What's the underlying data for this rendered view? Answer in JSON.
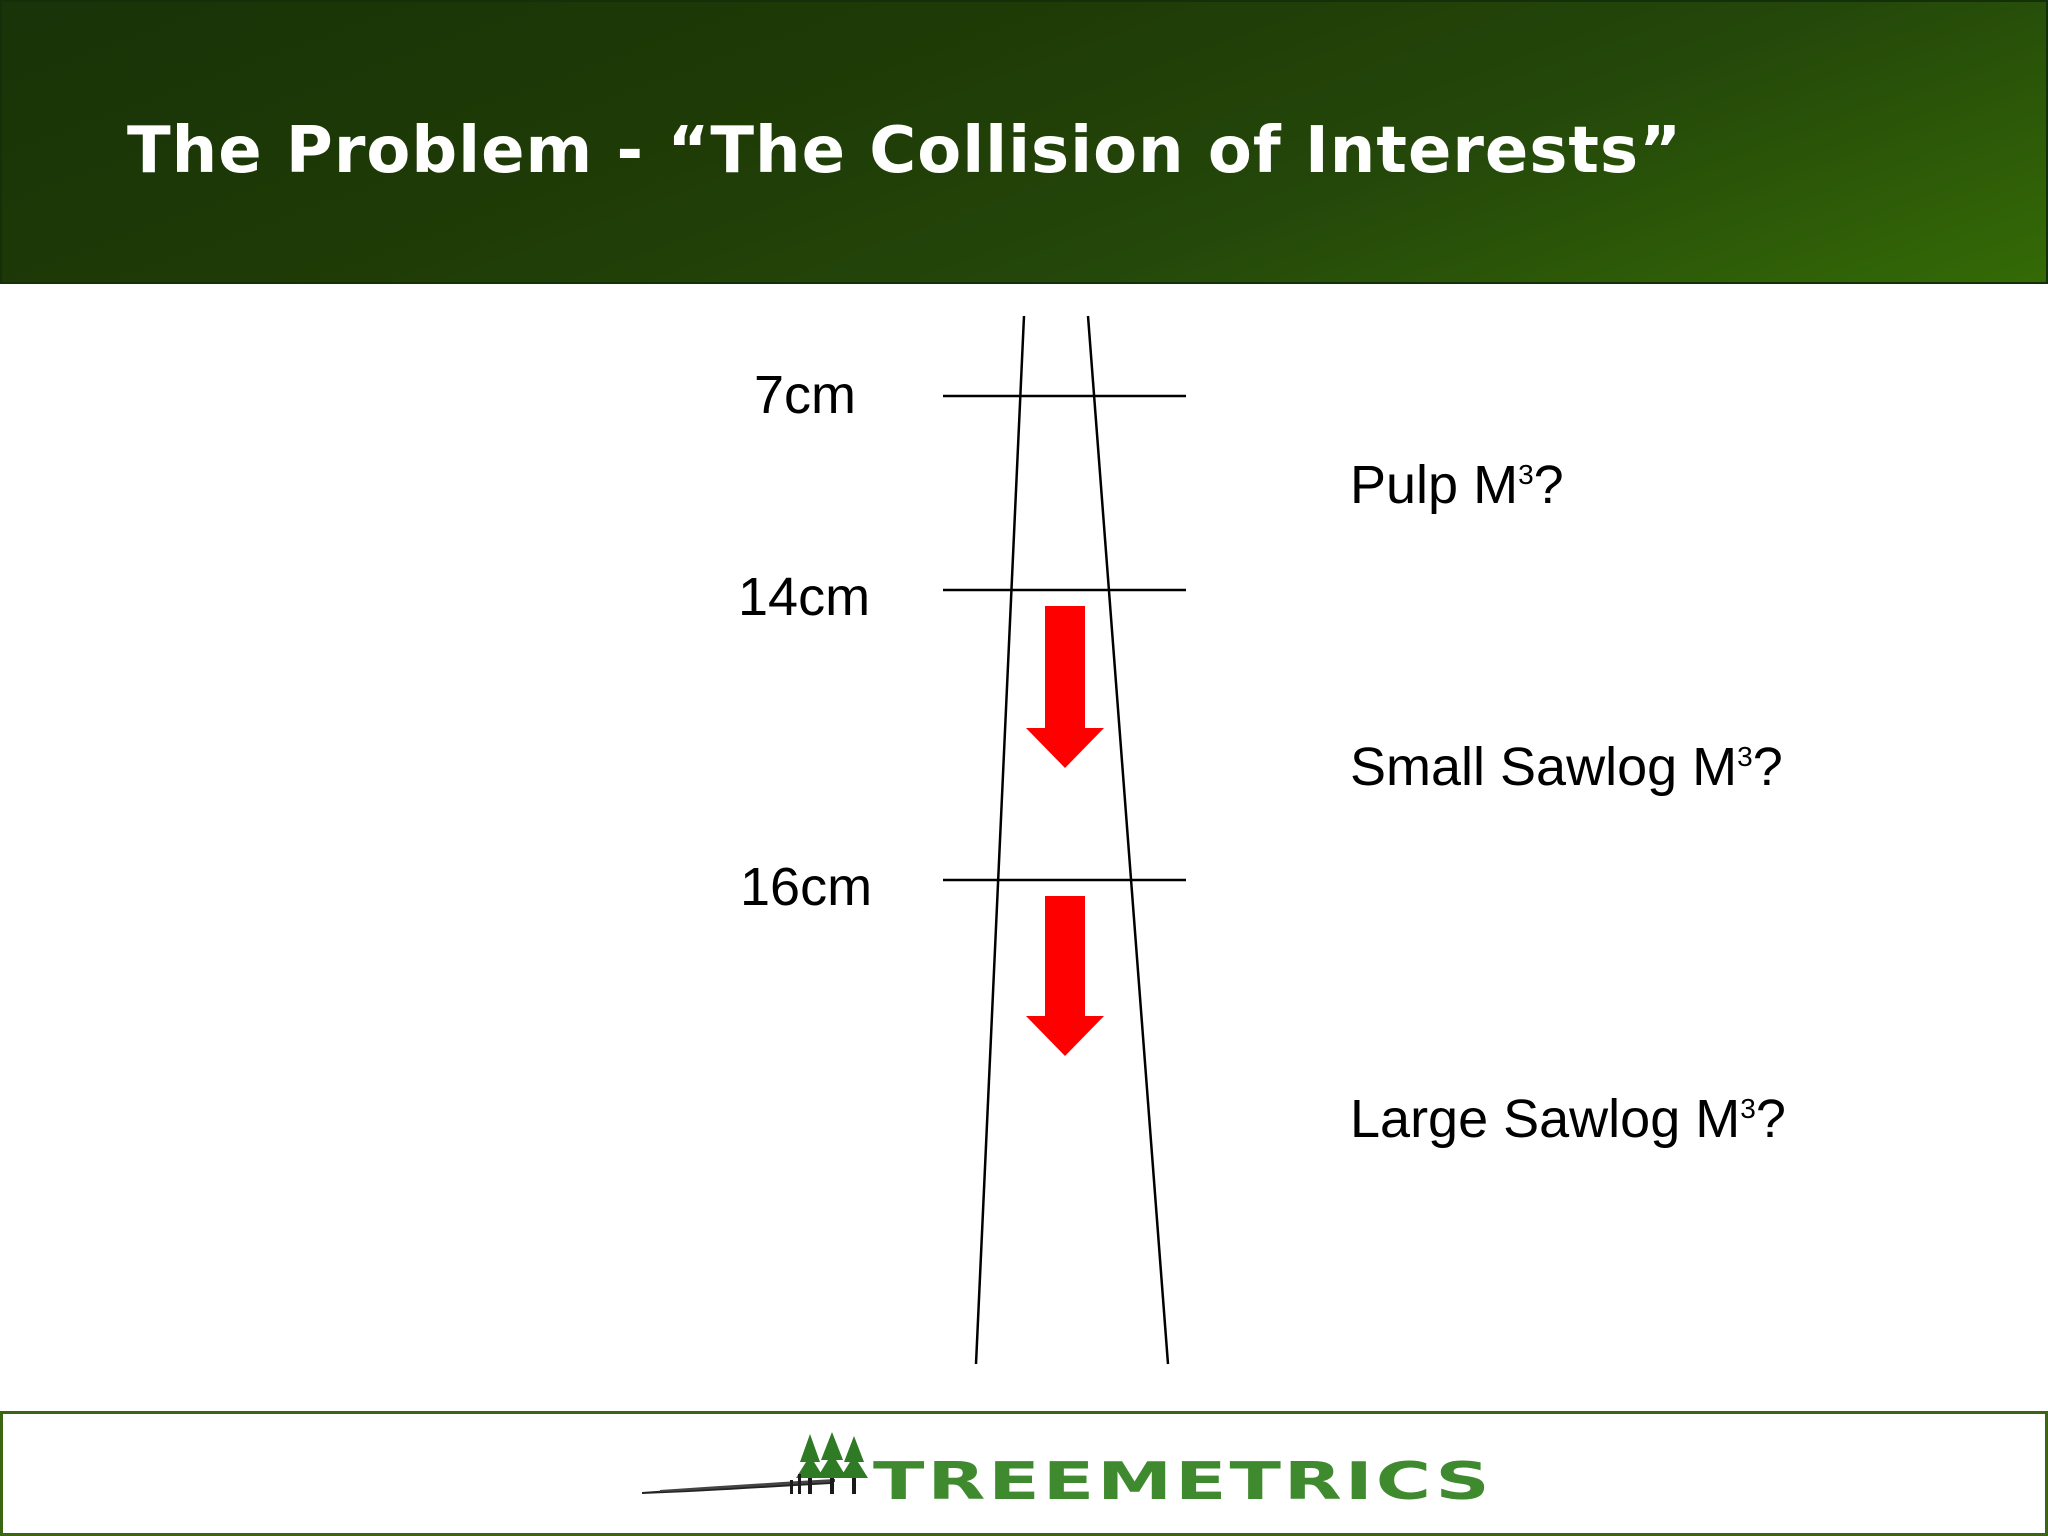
{
  "slide": {
    "title": "The Problem - “The Collision of Interests”"
  },
  "diagram": {
    "diameter_markers": [
      "7cm",
      "14cm",
      "16cm"
    ],
    "sections": [
      {
        "name": "Pulp",
        "unit_base": "M",
        "unit_exp": "3",
        "suffix": "?"
      },
      {
        "name": "Small Sawlog",
        "unit_base": "M",
        "unit_exp": "3",
        "suffix": "?"
      },
      {
        "name": "Large Sawlog",
        "unit_base": "M",
        "unit_exp": "3",
        "suffix": "?"
      }
    ],
    "arrow_color": "#ff0000"
  },
  "footer": {
    "logo_text": "TREEMETRICS",
    "logo_color": "#3f8a2e"
  }
}
